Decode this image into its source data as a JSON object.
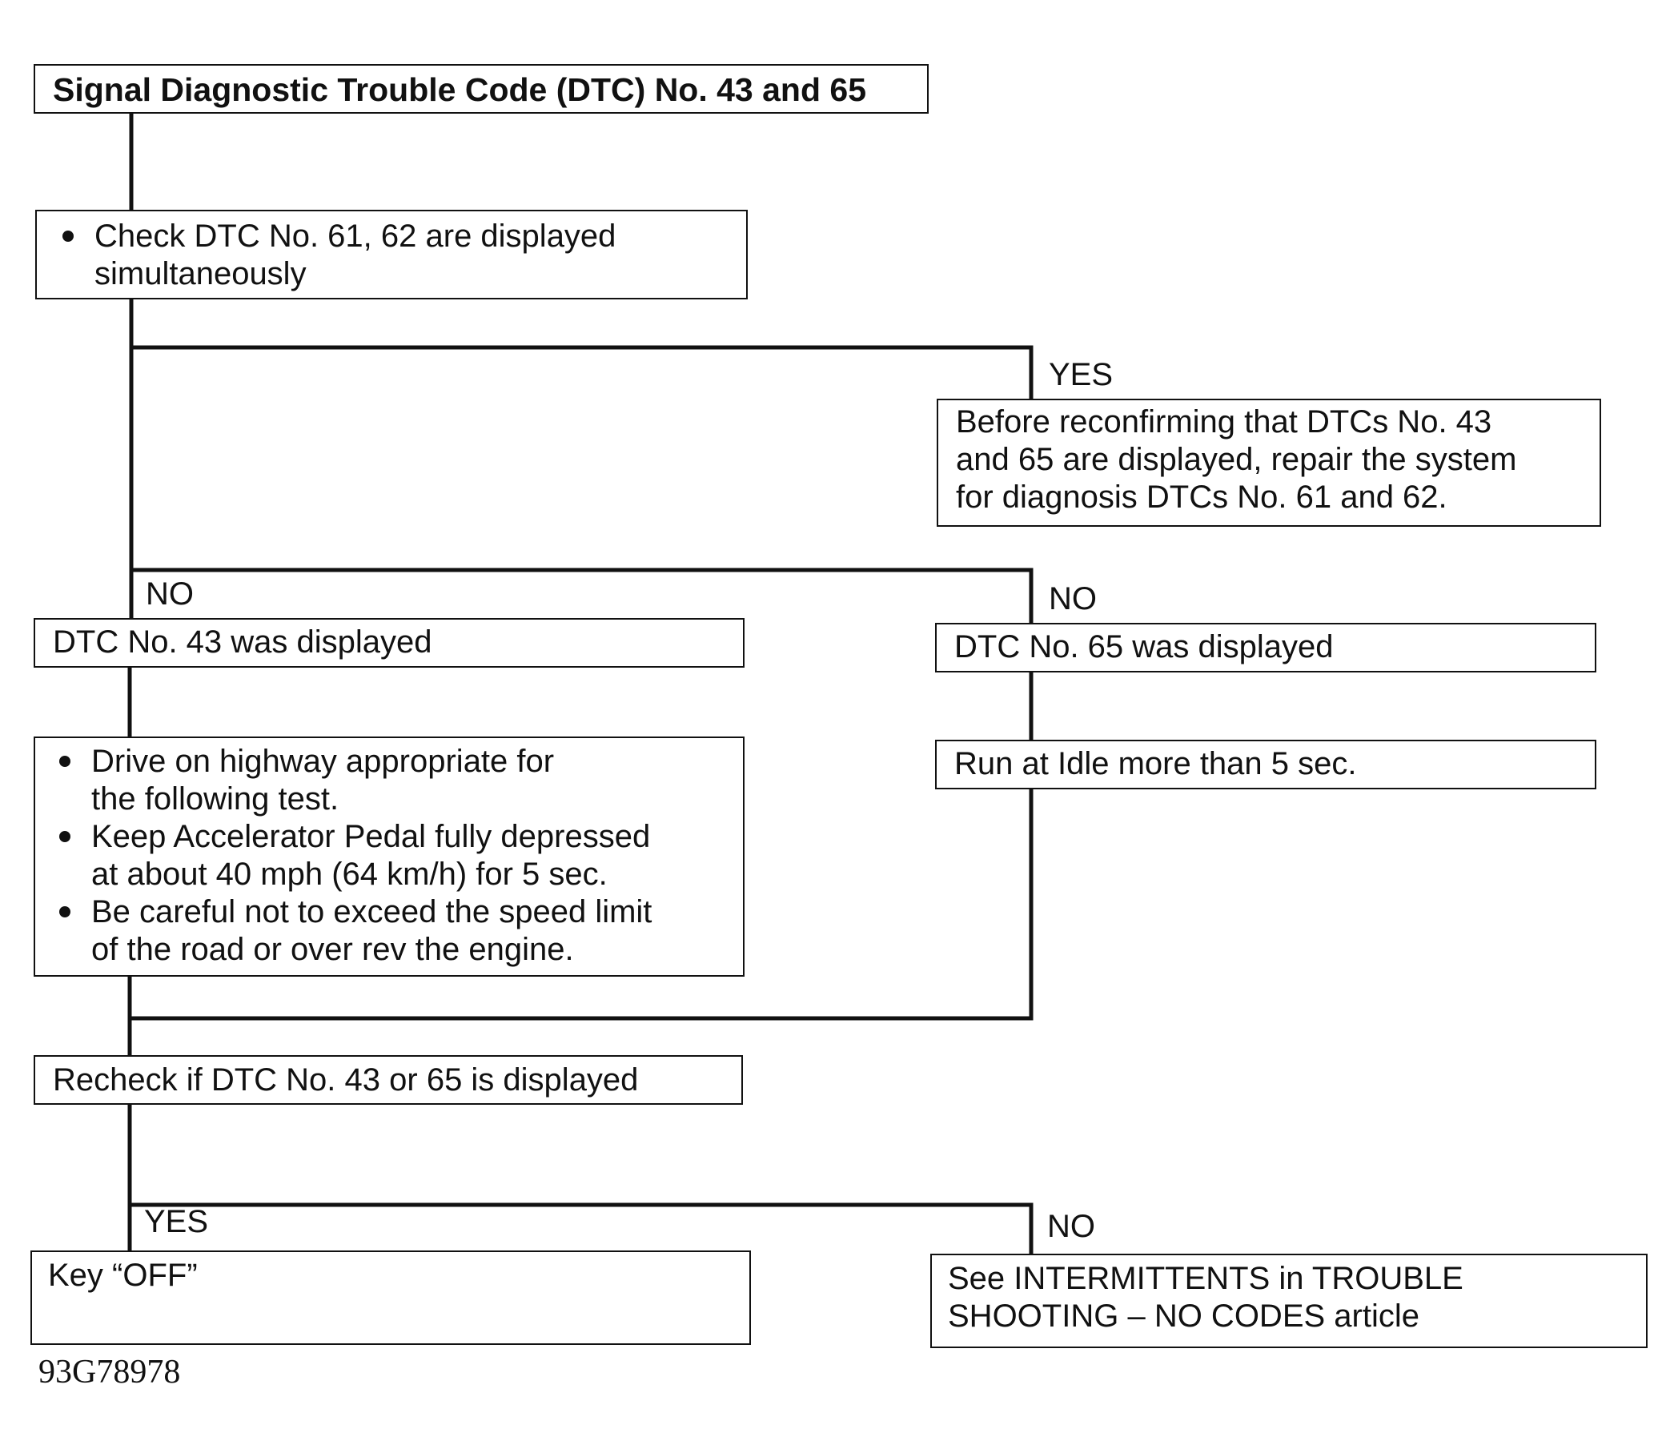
{
  "title": "Signal Diagnostic Trouble Code (DTC) No. 43 and 65",
  "check_simultaneous": {
    "bullet_lines": [
      [
        "Check DTC No. 61, 62 are displayed",
        "simultaneously"
      ]
    ]
  },
  "yes_branch_1": {
    "label": "YES",
    "lines": [
      "Before reconfirming that DTCs No. 43",
      "and 65 are displayed, repair the system",
      "for diagnosis DTCs No. 61 and 62."
    ]
  },
  "no_label_left": "NO",
  "no_label_right": "NO",
  "dtc43_box": "DTC No. 43 was displayed",
  "dtc65_box": "DTC No. 65 was displayed",
  "drive_steps": {
    "bullet_lines": [
      [
        "Drive on highway appropriate for",
        "the following test."
      ],
      [
        "Keep Accelerator Pedal fully depressed",
        "at about 40 mph (64 km/h) for 5 sec."
      ],
      [
        "Be careful not to exceed the speed limit",
        "of the road or over rev the engine."
      ]
    ]
  },
  "idle_box": "Run at Idle more than 5 sec.",
  "recheck_box": "Recheck if DTC No. 43 or 65 is displayed",
  "yes_label_2": "YES",
  "key_off_box": "Key “OFF”",
  "no_label_3": "NO",
  "intermittents_box": {
    "lines": [
      "See INTERMITTENTS in TROUBLE",
      "SHOOTING – NO CODES article"
    ]
  },
  "figure_id": "93G78978"
}
